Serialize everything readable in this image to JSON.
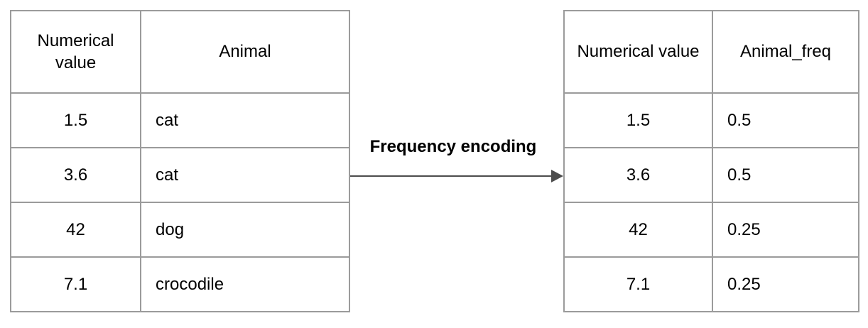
{
  "diagram": {
    "arrow_label": "Frequency encoding",
    "left_table": {
      "headers": [
        "Numerical value",
        "Animal"
      ],
      "rows": [
        [
          "1.5",
          "cat"
        ],
        [
          "3.6",
          "cat"
        ],
        [
          "42",
          "dog"
        ],
        [
          "7.1",
          "crocodile"
        ]
      ]
    },
    "right_table": {
      "headers": [
        "Numerical value",
        "Animal_freq"
      ],
      "rows": [
        [
          "1.5",
          "0.5"
        ],
        [
          "3.6",
          "0.5"
        ],
        [
          "42",
          "0.25"
        ],
        [
          "7.1",
          "0.25"
        ]
      ]
    },
    "colors": {
      "table_border": "#9b9b9b",
      "arrow": "#4d4d4d",
      "text": "#000000",
      "background": "#ffffff"
    }
  }
}
